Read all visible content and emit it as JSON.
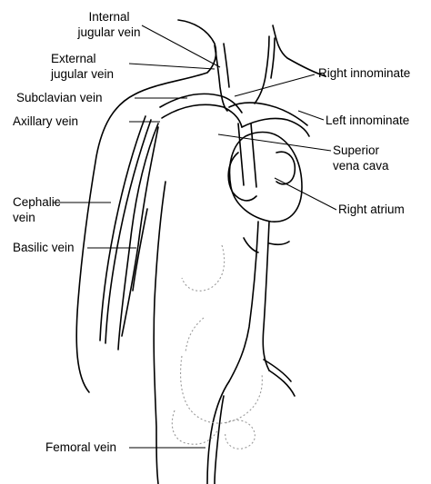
{
  "labels": {
    "internal_jugular": "Internal\njugular vein",
    "external_jugular": "External\njugular vein",
    "subclavian": "Subclavian vein",
    "axillary": "Axillary vein",
    "cephalic": "Cephalic\nvein",
    "basilic": "Basilic vein",
    "femoral": "Femoral vein",
    "right_innominate": "Right innominate",
    "left_innominate": "Left innominate",
    "superior_vena_cava": "Superior\nvena cava",
    "right_atrium": "Right atrium"
  },
  "colors": {
    "ink": "#000000",
    "background": "#ffffff",
    "dotted": "#999999"
  }
}
